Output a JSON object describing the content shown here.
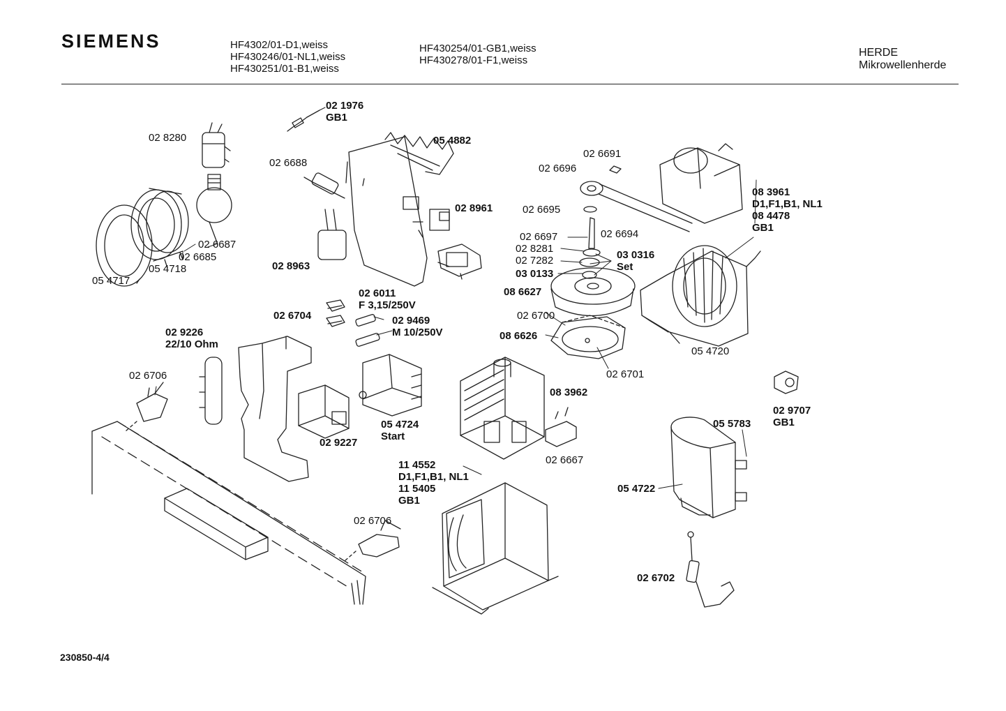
{
  "header": {
    "brand": "SIEMENS",
    "models_col1": [
      "HF4302/01-D1,weiss",
      "HF430246/01-NL1,weiss",
      "HF430251/01-B1,weiss"
    ],
    "models_col2": [
      "HF430254/01-GB1,weiss",
      "HF430278/01-F1,weiss"
    ],
    "category": "HERDE",
    "subcategory": "Mikrowellenherde"
  },
  "labels": {
    "p021976": "02 1976",
    "p021976_v": "GB1",
    "p028280": "02 8280",
    "p026688": "02 6688",
    "p054882": "05 4882",
    "p026691": "02 6691",
    "p026696": "02 6696",
    "p083961": "08 3961",
    "p083961_v": "D1,F1,B1, NL1",
    "p084478": "08 4478",
    "p084478_v": "GB1",
    "p026695": "02 6695",
    "p028961": "02 8961",
    "p026697": "02 6697",
    "p026694": "02 6694",
    "p028281": "02 8281",
    "p030316": "03 0316",
    "p027282": "02 7282",
    "p030316_v": "Set",
    "p030133": "03 0133",
    "p026687": "02 6687",
    "p026685": "02 6685",
    "p054718": "05 4718",
    "p054717": "05 4717",
    "p028963": "02 8963",
    "p086627": "08 6627",
    "p026011": "02 6011",
    "p026011_v": "F 3,15/250V",
    "p026704": "02 6704",
    "p029469": "02 9469",
    "p029469_v": "M 10/250V",
    "p026700": "02 6700",
    "p086626": "08 6626",
    "p054720": "05 4720",
    "p029226": "02 9226",
    "p029226_v": "22/10 Ohm",
    "p026701": "02 6701",
    "p026706a": "02 6706",
    "p083962": "08 3962",
    "p029707": "02 9707",
    "p029707_v": "GB1",
    "p055783": "05 5783",
    "p054724": "05 4724",
    "p054724_v": "Start",
    "p029227": "02 9227",
    "p026667": "02 6667",
    "p114552": "11 4552",
    "p114552_v": "D1,F1,B1, NL1",
    "p115405": "11 5405",
    "p115405_v": "GB1",
    "p054722": "05 4722",
    "p026706b": "02 6706",
    "p026702": "02 6702"
  },
  "footer": {
    "drawing_no": "230850-4/4"
  }
}
